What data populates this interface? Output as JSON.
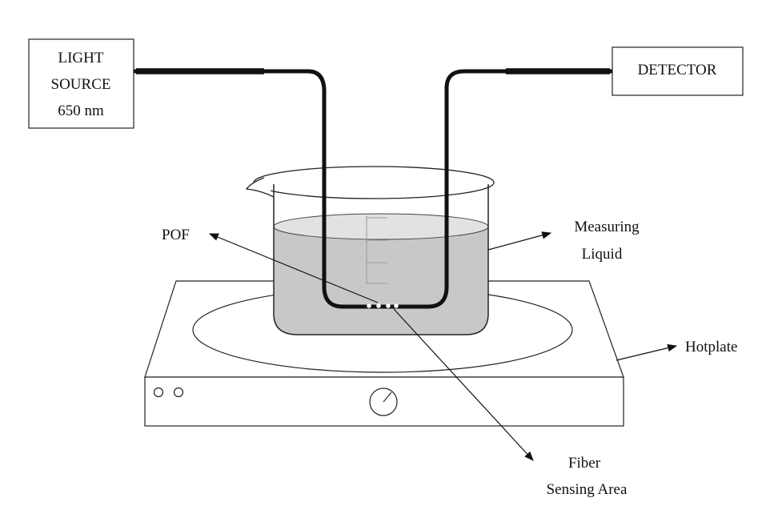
{
  "diagram": {
    "light_source": {
      "line1": "LIGHT",
      "line2": "SOURCE",
      "line3": "650 nm"
    },
    "detector": {
      "label": "DETECTOR"
    },
    "labels": {
      "pof": "POF",
      "measuring_line1": "Measuring",
      "measuring_line2": "Liquid",
      "hotplate": "Hotplate",
      "fiber_line1": "Fiber",
      "fiber_line2": "Sensing Area"
    },
    "colors": {
      "fiber": "#111111",
      "liquid": "#c8c8c8",
      "outline": "#222222"
    }
  }
}
